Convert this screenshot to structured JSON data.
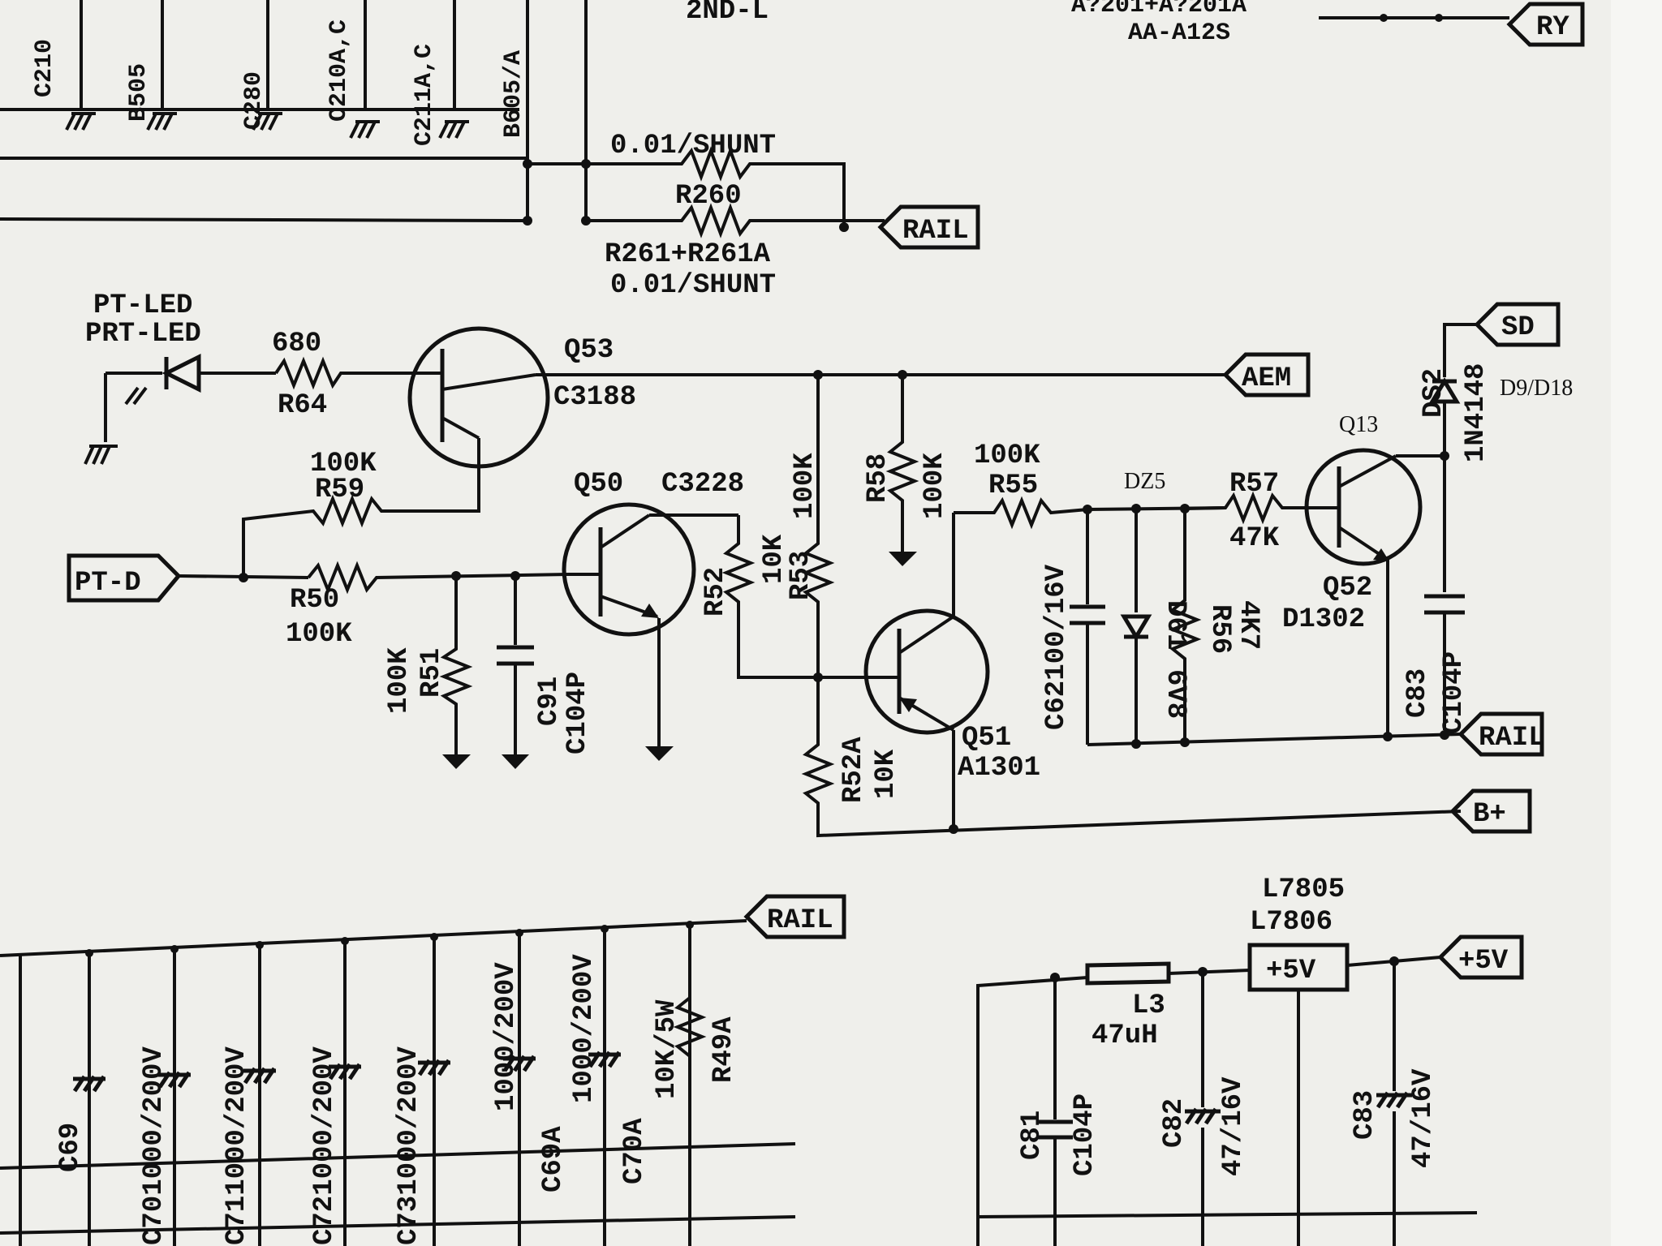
{
  "top": {
    "caps": [
      "C210",
      "B505",
      "C280",
      "C210A,C",
      "C211A,C",
      "B605/A"
    ],
    "net_2nd": "2ND-L",
    "r_ref_line1": "A?201+A?201A",
    "r_ref_line2": "AA-A12S",
    "port_ry": "RY",
    "shunt_top_val": "0.01/SHUNT",
    "r260": "R260",
    "r261": "R261+R261A",
    "shunt_bot_val": "0.01/SHUNT",
    "port_rail": "RAIL"
  },
  "mid": {
    "pt_led": "PT-LED",
    "prt_led": "PRT-LED",
    "r64_val": "680",
    "r64": "R64",
    "q53": "Q53",
    "q53_part": "C3188",
    "port_aem": "AEM",
    "port_sd": "SD",
    "ds2": "DS2",
    "ds2_part": "1N4148",
    "d9_d18": "D9/D18",
    "q13": "Q13",
    "r59_val": "100K",
    "r59": "R59",
    "q50": "Q50",
    "q50_part": "C3228",
    "r53_val": "100K",
    "r58": "R58",
    "r58_val": "100K",
    "r55_val": "100K",
    "r55": "R55",
    "dz5": "DZ5",
    "r57": "R57",
    "r57_val": "47K",
    "port_pt_d": "PT-D",
    "r50": "R50",
    "r50_val": "100K",
    "r52": "R52",
    "r52_val": "10K",
    "r53": "R53",
    "q52": "Q52",
    "q52_part": "D1302",
    "r51": "R51",
    "r51_val": "100K",
    "c91": "C91",
    "c91_val": "C104P",
    "c62": "C62100/16V",
    "d61": "D61",
    "d61_val": "6V8",
    "r56": "R56",
    "r56_val": "4K7",
    "c83": "C83",
    "c83_val": "C104P",
    "port_rail2": "RAIL",
    "q51": "Q51",
    "q51_part": "A1301",
    "r52a": "R52A",
    "r52a_val": "10K",
    "port_bplus": "B+"
  },
  "bottom": {
    "port_rail": "RAIL",
    "c69": "C69",
    "c70": "C701000/200V",
    "c71": "C711000/200V",
    "c72": "C721000/200V",
    "c73": "C731000/200V",
    "c69a": "1000/200V",
    "c69a_ref": "C69A",
    "c70a_val": "1000/200V",
    "c70a": "C70A",
    "r_10k_val": "10K/5W",
    "r_10k": "R49A",
    "reg1": "L7805",
    "reg2": "L7806",
    "reg_box": "+5V",
    "port_5v": "+5V",
    "l3": "L3",
    "l3_val": "47uH",
    "c81": "C81",
    "c81_val": "C104P",
    "c82": "C82",
    "c82_val": "47/16V",
    "c83b": "C83",
    "c83b_val": "47/16V"
  }
}
